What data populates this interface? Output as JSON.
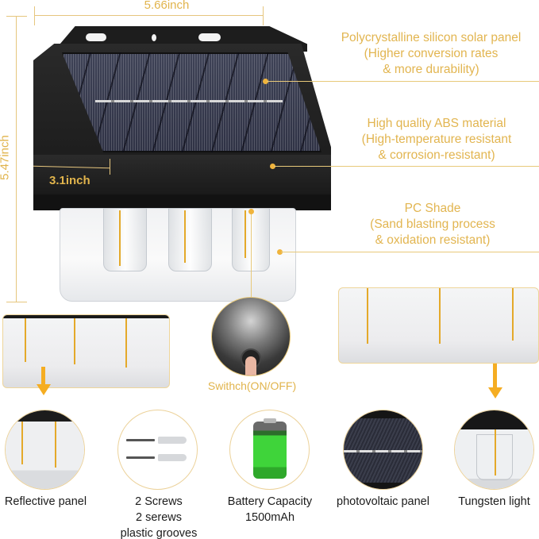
{
  "dimensions": {
    "width_label": "5.66inch",
    "height_label": "5.47inch",
    "depth_label": "3.1inch"
  },
  "callouts": [
    {
      "id": "solar-panel",
      "lines": [
        "Polycrystalline silicon solar panel",
        "(Higher conversion rates",
        "& more durability)"
      ]
    },
    {
      "id": "abs-material",
      "lines": [
        "High quality ABS material",
        "(High-temperature resistant",
        "& corrosion-resistant)"
      ]
    },
    {
      "id": "pc-shade",
      "lines": [
        "PC Shade",
        "(Sand blasting process",
        "& oxidation resistant)"
      ]
    }
  ],
  "switch": {
    "label": "Swithch(ON/OFF)"
  },
  "features": [
    {
      "id": "reflective-panel",
      "icon": "reflective-panel-icon",
      "lines": [
        "Reflective panel"
      ]
    },
    {
      "id": "screws",
      "icon": "screws-icon",
      "lines": [
        "2 Screws",
        "2 serews",
        "plastic grooves"
      ]
    },
    {
      "id": "battery",
      "icon": "battery-icon",
      "lines": [
        "Battery Capacity",
        "1500mAh"
      ]
    },
    {
      "id": "photovoltaic-panel",
      "icon": "solar-cell-icon",
      "lines": [
        "photovoltaic panel"
      ]
    },
    {
      "id": "tungsten-light",
      "icon": "filament-bulb-icon",
      "lines": [
        "Tungsten light"
      ]
    }
  ],
  "colors": {
    "accent_gold": "#e2b550",
    "arrow_orange": "#f5ad22",
    "housing_black": "#1d1d1d",
    "battery_green": "#3fd43a"
  }
}
